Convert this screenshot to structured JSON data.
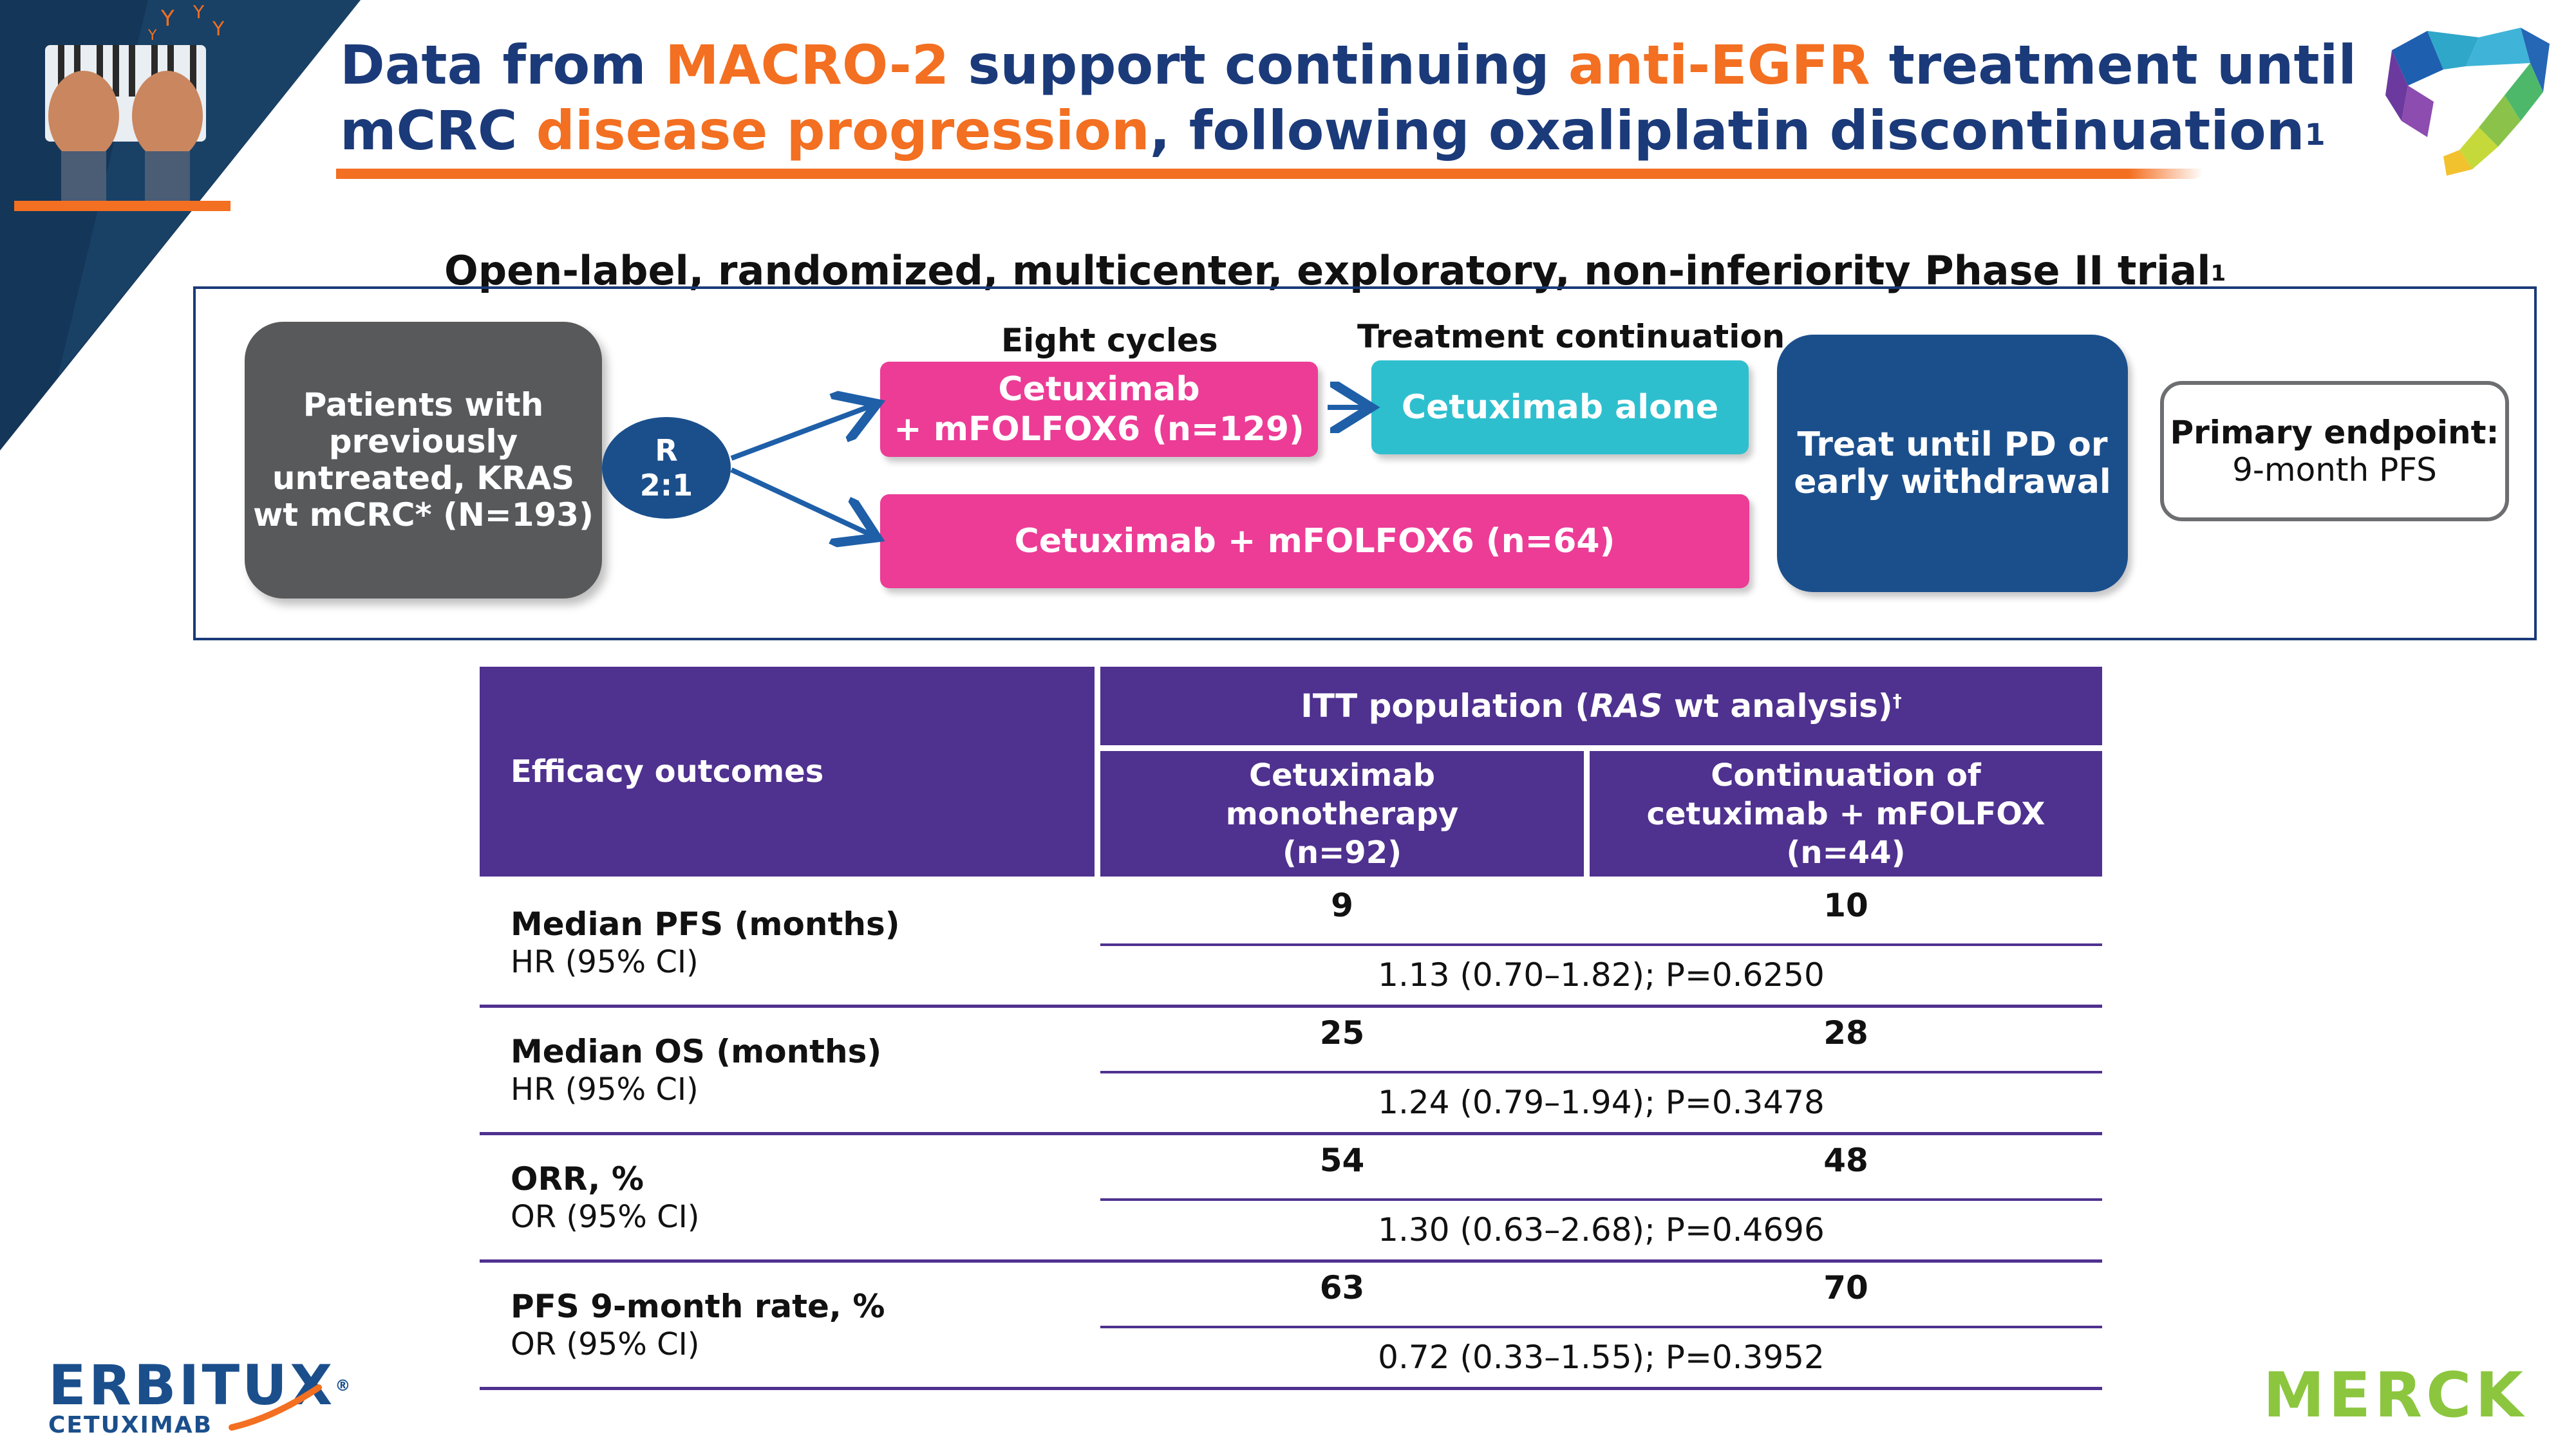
{
  "title": {
    "part1": "Data from ",
    "hl1": "MACRO-2",
    "part2": " support continuing ",
    "hl2": "anti-EGFR",
    "part3": " treatment until",
    "part4": "mCRC ",
    "hl3": "disease progression",
    "part5": ", following oxaliplatin discontinuation",
    "sup": "1"
  },
  "design": {
    "heading": "Open-label, randomized, multicenter, exploratory, non-inferiority Phase II trial",
    "heading_sup": "1",
    "patients": "Patients with previously untreated, KRAS wt mCRC* (N=193)",
    "rand_line1": "R",
    "rand_line2": "2:1",
    "eight_cycles": "Eight cycles",
    "treatment_continuation": "Treatment continuation",
    "arm1_line1": "Cetuximab",
    "arm1_line2": "+ mFOLFOX6 (n=129)",
    "arm1_continuation": "Cetuximab alone",
    "arm2": "Cetuximab + mFOLFOX6 (n=64)",
    "treat_until": "Treat until PD or early withdrawal",
    "primary_label": "Primary endpoint:",
    "primary_value": "9-month PFS"
  },
  "table": {
    "header_outcomes": "Efficacy outcomes",
    "header_itt_pre": "ITT population (",
    "header_itt_italic": "RAS",
    "header_itt_post": " wt analysis)",
    "header_itt_sup": "†",
    "col1_line1": "Cetuximab",
    "col1_line2": "monotherapy",
    "col1_line3": "(n=92)",
    "col2_line1": "Continuation of",
    "col2_line2": "cetuximab + mFOLFOX",
    "col2_line3": "(n=44)",
    "rows": [
      {
        "name": "Median PFS (months)",
        "sub": "HR (95% CI)",
        "v1": "9",
        "v2": "10",
        "stat": "1.13 (0.70–1.82); P=0.6250"
      },
      {
        "name": "Median OS (months)",
        "sub": "HR (95% CI)",
        "v1": "25",
        "v2": "28",
        "stat": "1.24 (0.79–1.94); P=0.3478"
      },
      {
        "name": "ORR, %",
        "sub": "OR (95% CI)",
        "v1": "54",
        "v2": "48",
        "stat": "1.30 (0.63–2.68); P=0.4696"
      },
      {
        "name": "PFS 9-month rate, %",
        "sub": "OR (95% CI)",
        "v1": "63",
        "v2": "70",
        "stat": "0.72 (0.33–1.55); P=0.3952"
      }
    ]
  },
  "logos": {
    "erbitux": "ERBITUX",
    "erbitux_reg": "®",
    "cetuximab": "CETUXIMAB",
    "merck": "MERCK"
  },
  "colors": {
    "navy": "#1B3A7A",
    "orange": "#F36F21",
    "purple": "#4F318F",
    "magenta": "#EC3C96",
    "teal": "#2EBFCF",
    "gray": "#58595B",
    "blue": "#1B4F8C",
    "merck_green": "#8CC63F"
  }
}
